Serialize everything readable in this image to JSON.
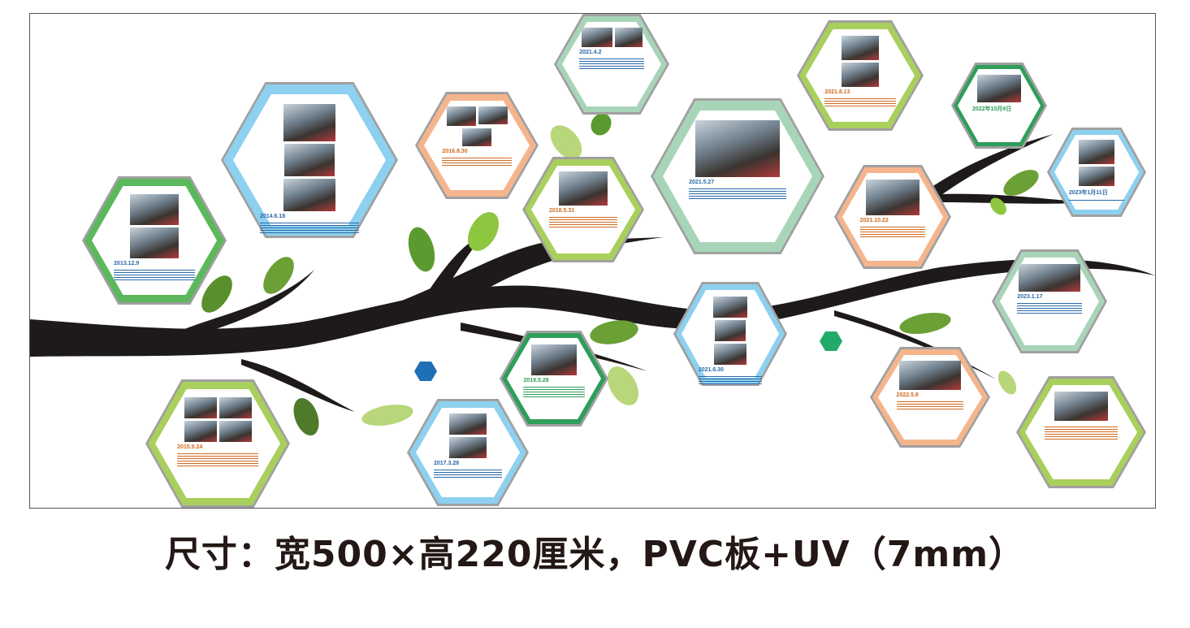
{
  "caption": "尺寸：宽500×高220厘米，PVC板+UV（7mm）",
  "colors": {
    "green": "#5cb85c",
    "light_green": "#a9cf5c",
    "blue": "#8dd0f0",
    "orange": "#f5b58c",
    "mint": "#a8d5b8",
    "dark_green": "#2e9e5a",
    "gray_ring": "#a0a0a0",
    "branch": "#1f1a1a",
    "text_blue": "#2a6aa8",
    "text_orange": "#d06a20"
  },
  "hexagons": [
    {
      "name": "hex-2013-12-9",
      "date": "2013.12.9",
      "color": "#5cb85c",
      "text": "#2a6aa8",
      "lines": 5
    },
    {
      "name": "hex-2014-6-18",
      "date": "2014.6.18",
      "color": "#8dd0f0",
      "text": "#2a6aa8",
      "lines": 5
    },
    {
      "name": "hex-2016-8-30",
      "date": "2016.8.30",
      "color": "#f5b58c",
      "text": "#d06a20",
      "lines": 4
    },
    {
      "name": "hex-2021-4-2",
      "date": "2021.4.2",
      "color": "#a8d5b8",
      "text": "#2a6aa8",
      "lines": 5
    },
    {
      "name": "hex-2018-5-31",
      "date": "2018.5.31",
      "color": "#a9cf5c",
      "text": "#d06a20",
      "lines": 5
    },
    {
      "name": "hex-2021-5-27",
      "date": "2021.5.27",
      "color": "#a8d5b8",
      "text": "#2a6aa8",
      "lines": 5
    },
    {
      "name": "hex-2021-8-13",
      "date": "2021.8.13",
      "color": "#a9cf5c",
      "text": "#d06a20",
      "lines": 4
    },
    {
      "name": "hex-2022-10-9",
      "date": "2022年10月9日",
      "color": "#2e9e5a",
      "text": "#2e9e5a",
      "lines": 0
    },
    {
      "name": "hex-2023-1-11",
      "date": "2023年1月11日",
      "color": "#8dd0f0",
      "text": "#2a6aa8",
      "lines": 1
    },
    {
      "name": "hex-2021-10-22",
      "date": "2021.10.22",
      "color": "#f5b58c",
      "text": "#d06a20",
      "lines": 5
    },
    {
      "name": "hex-2023-1-17",
      "date": "2023.1.17",
      "color": "#a8d5b8",
      "text": "#2a6aa8",
      "lines": 5
    },
    {
      "name": "hex-2021-6-30",
      "date": "2021.6.30",
      "color": "#8dd0f0",
      "text": "#2a6aa8",
      "lines": 4
    },
    {
      "name": "hex-2019-5-28",
      "date": "2019.5.28",
      "color": "#2e9e5a",
      "text": "#2e9e5a",
      "lines": 5
    },
    {
      "name": "hex-2015-9-24",
      "date": "2015.9.24",
      "color": "#a9cf5c",
      "text": "#d06a20",
      "lines": 6
    },
    {
      "name": "hex-2017-3-28",
      "date": "2017.3.28",
      "color": "#8dd0f0",
      "text": "#2a6aa8",
      "lines": 4
    },
    {
      "name": "hex-2022-5-8",
      "date": "2022.5.8",
      "color": "#f5b58c",
      "text": "#d06a20",
      "lines": 4
    },
    {
      "name": "hex-last",
      "date": "",
      "color": "#a9cf5c",
      "text": "#d06a20",
      "lines": 6
    }
  ]
}
